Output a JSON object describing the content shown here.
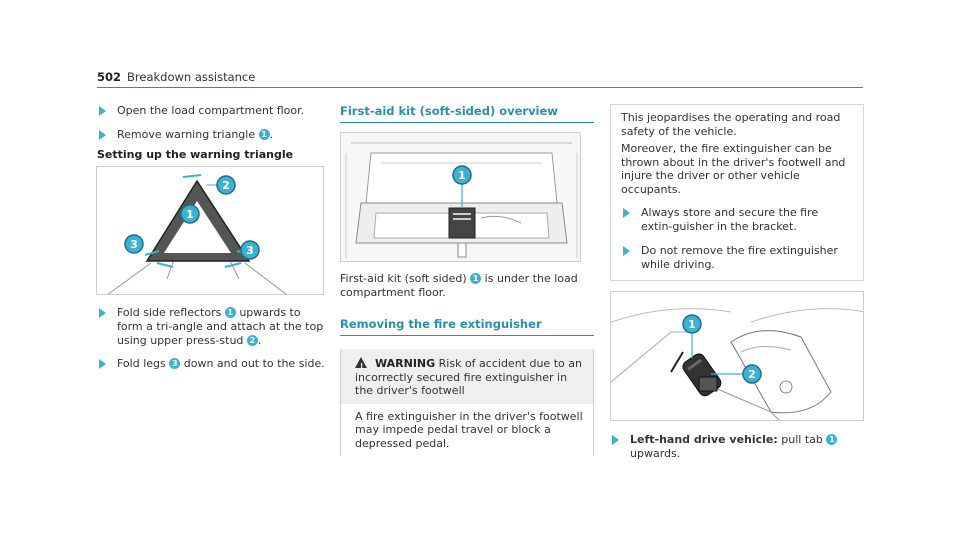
{
  "header": {
    "page_number": "502",
    "section": "Breakdown assistance"
  },
  "col1": {
    "step1": "Open the load compartment floor.",
    "step2_pre": "Remove warning triangle ",
    "step2_post": ".",
    "subhead": "Setting up the warning triangle",
    "step3_pre": "Fold side reflectors ",
    "step3_mid": " upwards to form a tri-angle and attach at the top using upper press-stud ",
    "step3_post": ".",
    "step4_pre": "Fold legs ",
    "step4_post": " down and out to the side."
  },
  "col2": {
    "heading1": "First-aid kit (soft-sided) overview",
    "caption_pre": "First-aid kit (soft sided) ",
    "caption_post": " is under the load compartment floor.",
    "heading2": "Removing the fire extinguisher",
    "warning_label": "WARNING",
    "warning_text": " Risk of accident due to an incorrectly secured fire extinguisher in the driver's footwell",
    "warning_body": "A fire extinguisher in the driver's footwell may impede pedal travel or block a depressed pedal."
  },
  "col3": {
    "para1": "This jeopardises the operating and road safety of the vehicle.",
    "para2": "Moreover, the fire extinguisher can be thrown about in the driver's footwell and injure the driver or other vehicle occupants.",
    "step1": "Always store and secure the fire extin-guisher in the bracket.",
    "step2": "Do not remove the fire extinguisher while driving.",
    "step3_bold": "Left-hand drive vehicle:",
    "step3_pre": " pull tab ",
    "step3_post": " upwards."
  },
  "markers": {
    "one": "1",
    "two": "2",
    "three": "3"
  },
  "colors": {
    "accent": "#3db1cf",
    "heading": "#2a8fa8"
  },
  "icons": {
    "step": "arrow-right-icon",
    "warning": "warning-triangle-icon"
  }
}
